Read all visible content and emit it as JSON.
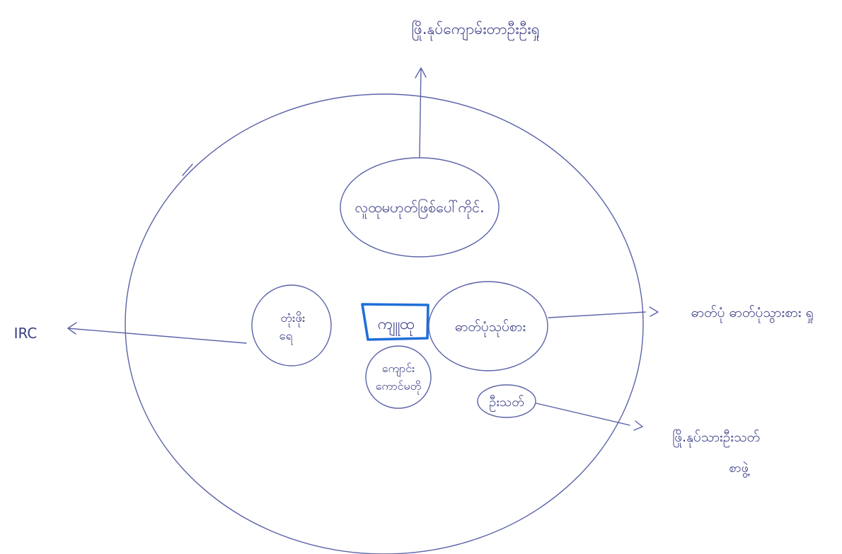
{
  "diagram": {
    "center_label": "ကျူထု",
    "nodes": {
      "top_bubble": "လူထုမဟုတ်ဖြစ်ပေါ်ကိုင်.",
      "left_bubble": [
        "တုံးဖိုး",
        "ရေ"
      ],
      "right_bubble": "ဓာတ်ပုံသုပ်စား",
      "bottom_bubble": [
        "ကျောင်း",
        "ကောင်မတို"
      ],
      "small_bubble": "ဦးသတ်"
    },
    "outputs": {
      "top": "ဖြို.နုပ်ကျောမ်းတာဦးဦးရှု",
      "left": "IRC",
      "right": "ဓာတ်ပုံ ဓာတ်ပုံသွားစား ရှု",
      "bottom_right": [
        "ဖြို.နုပ်သားဦးသတ်",
        "စာဖွဲ့"
      ]
    },
    "colors": {
      "ink": "#5b63a8",
      "highlight": "#1f6fd8"
    }
  }
}
